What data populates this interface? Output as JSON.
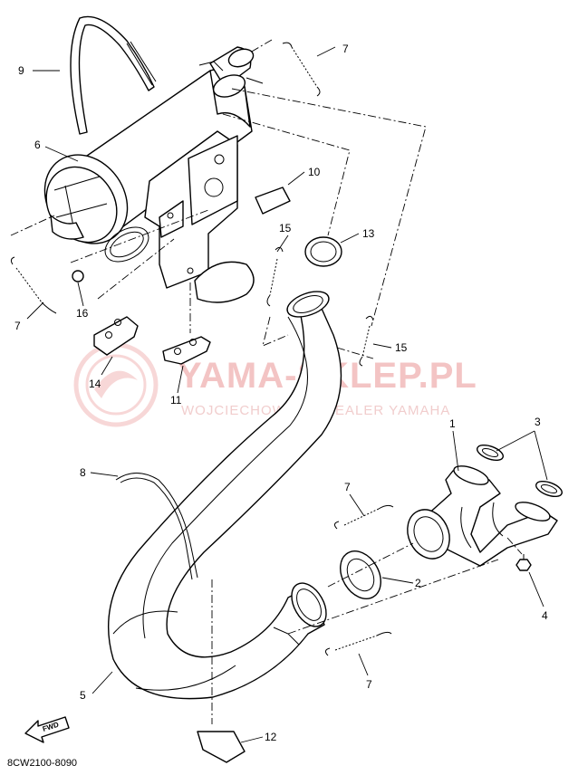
{
  "diagram": {
    "code": "8CW2100-8090",
    "fwd_label": "FWD",
    "watermark": {
      "main": "YAMA-SKLEP.PL",
      "sub": "WOJCIECHOWICZ | DEALER YAMAHA"
    },
    "callouts": {
      "c1": "1",
      "c2": "2",
      "c3": "3",
      "c4": "4",
      "c5": "5",
      "c6": "6",
      "c7a": "7",
      "c7b": "7",
      "c7c": "7",
      "c7d": "7",
      "c8": "8",
      "c9": "9",
      "c10": "10",
      "c11": "11",
      "c12": "12",
      "c13": "13",
      "c14": "14",
      "c15a": "15",
      "c15b": "15",
      "c16": "16"
    }
  }
}
